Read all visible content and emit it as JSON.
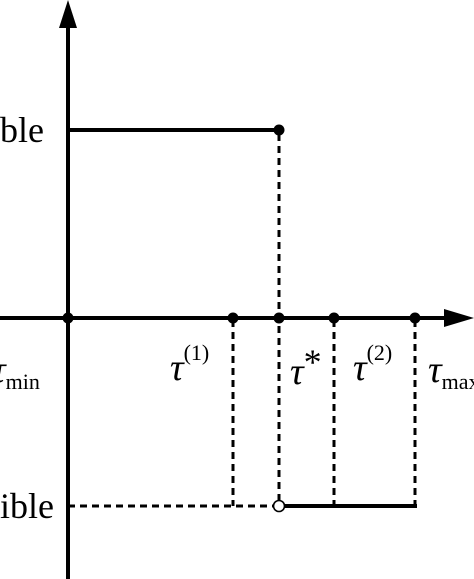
{
  "colors": {
    "ink": "#000000",
    "background": "#ffffff"
  },
  "labels": {
    "upper_level": "ble",
    "lower_level": "ible",
    "tau_min": {
      "base": "τ",
      "sub": "min"
    },
    "tau_1": {
      "base": "τ",
      "sup": "(1)"
    },
    "tau_star": {
      "base": "τ",
      "sup": "*"
    },
    "tau_2": {
      "base": "τ",
      "sup": "(2)"
    },
    "tau_max": {
      "base": "τ",
      "sub": "max"
    }
  },
  "markers": {
    "filled": [
      "origin",
      "tau_1",
      "tau_star",
      "tau_2",
      "tau_max",
      "upper-end"
    ],
    "open": [
      "tau_star-lower"
    ]
  }
}
